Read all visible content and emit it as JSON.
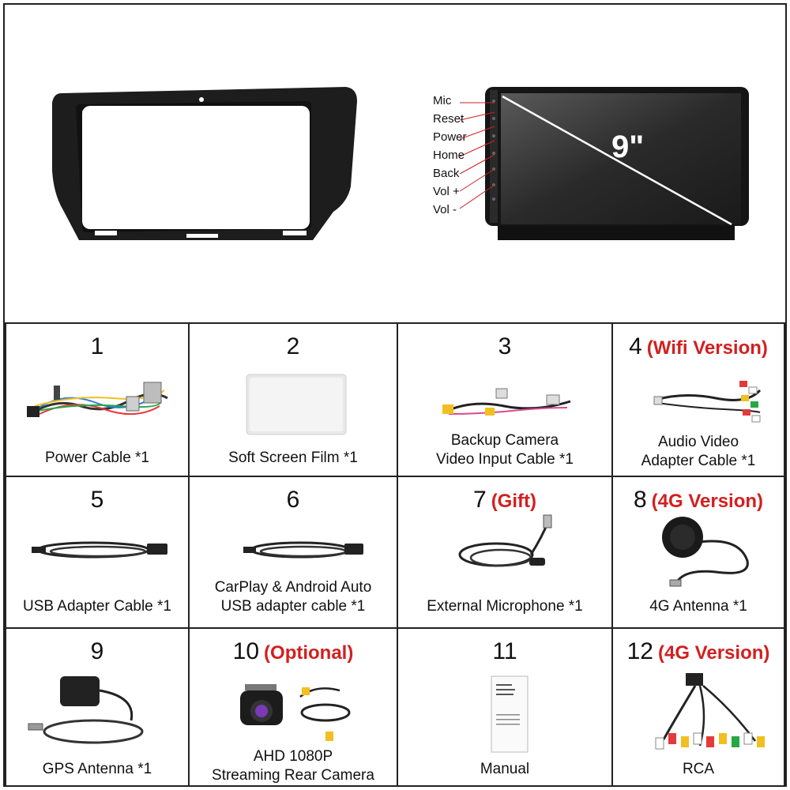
{
  "top": {
    "screen_size_label": "9\"",
    "button_labels": [
      "Mic",
      "Reset",
      "Power",
      "Home",
      "Back",
      "Vol +",
      "Vol -"
    ]
  },
  "items": [
    {
      "number": "1",
      "tag": "",
      "caption": "Power Cable *1"
    },
    {
      "number": "2",
      "tag": "",
      "caption": "Soft Screen Film *1"
    },
    {
      "number": "3",
      "tag": "",
      "caption": "Backup Camera\nVideo Input Cable *1"
    },
    {
      "number": "4",
      "tag": "(Wifi Version)",
      "caption": "Audio Video\nAdapter Cable *1"
    },
    {
      "number": "5",
      "tag": "",
      "caption": "USB Adapter Cable *1"
    },
    {
      "number": "6",
      "tag": "",
      "caption": "CarPlay & Android Auto\nUSB adapter cable *1"
    },
    {
      "number": "7",
      "tag": "(Gift)",
      "caption": "External Microphone *1"
    },
    {
      "number": "8",
      "tag": "(4G Version)",
      "caption": "4G Antenna *1"
    },
    {
      "number": "9",
      "tag": "",
      "caption": "GPS Antenna *1"
    },
    {
      "number": "10",
      "tag": "(Optional)",
      "caption": "AHD 1080P\nStreaming Rear Camera"
    },
    {
      "number": "11",
      "tag": "",
      "caption": "Manual"
    },
    {
      "number": "12",
      "tag": "(4G Version)",
      "caption": "RCA"
    }
  ],
  "colors": {
    "accent": "#d31f1f",
    "border": "#222222"
  }
}
